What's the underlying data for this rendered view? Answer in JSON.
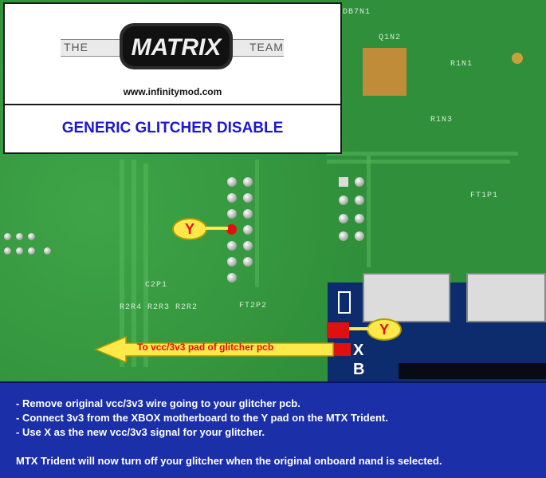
{
  "header": {
    "logo_left": "THE",
    "logo_mark": "MATRIX",
    "logo_right": "TEAM",
    "url": "www.infinitymod.com",
    "title": "GENERIC GLITCHER DISABLE"
  },
  "diagram": {
    "callout_y1": "Y",
    "callout_y2": "Y",
    "pad_x": "X",
    "pad_b": "B",
    "arrow_label": "To vcc/3v3 pad of glitcher pcb"
  },
  "instructions": {
    "line1": "- Remove original vcc/3v3 wire going to your glitcher pcb.",
    "line2": "- Connect 3v3 from the XBOX motherboard to the Y pad on the MTX Trident.",
    "line3": "- Use X as the new vcc/3v3 signal for your glitcher.",
    "note": "MTX Trident will now turn off your glitcher when the original onboard nand is selected."
  },
  "colors": {
    "title_blue": "#1c18d0",
    "callout_yellow": "#ffe94a",
    "callout_text_red": "#e01010",
    "instructions_bg": "#1a2fa8"
  }
}
